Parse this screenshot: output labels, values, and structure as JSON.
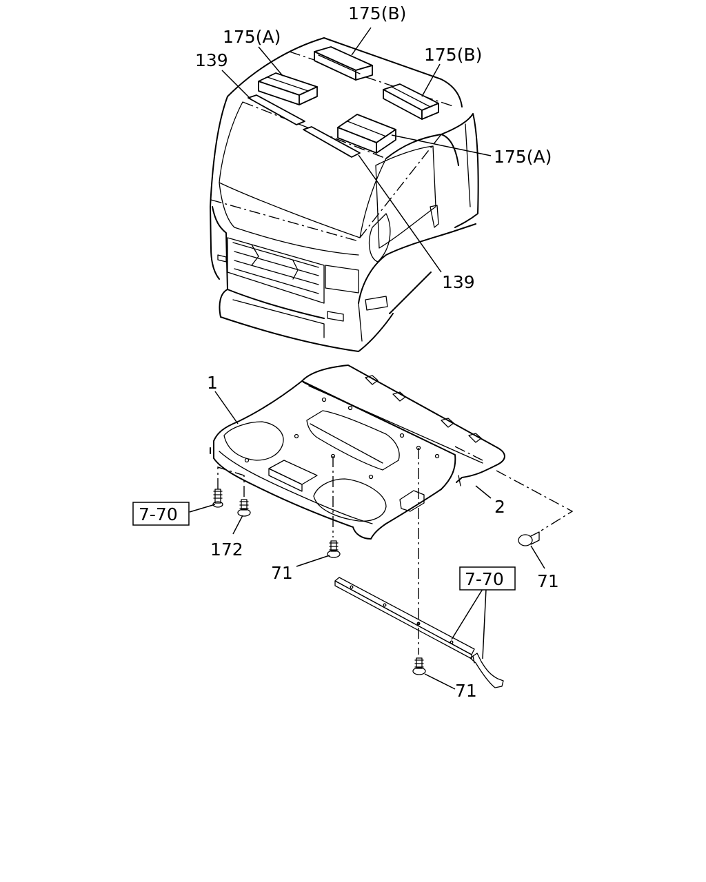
{
  "callouts": {
    "c175b_top": "175(B)",
    "c175a_top": "175(A)",
    "c139_top": "139",
    "c175b_right": "175(B)",
    "c175a_right": "175(A)",
    "c139_bottom": "139",
    "c1": "1",
    "c2": "2",
    "c172": "172",
    "c71_left": "71",
    "c71_right": "71",
    "c71_bottom": "71"
  },
  "references": {
    "ref_left": "7-70",
    "ref_right": "7-70"
  }
}
